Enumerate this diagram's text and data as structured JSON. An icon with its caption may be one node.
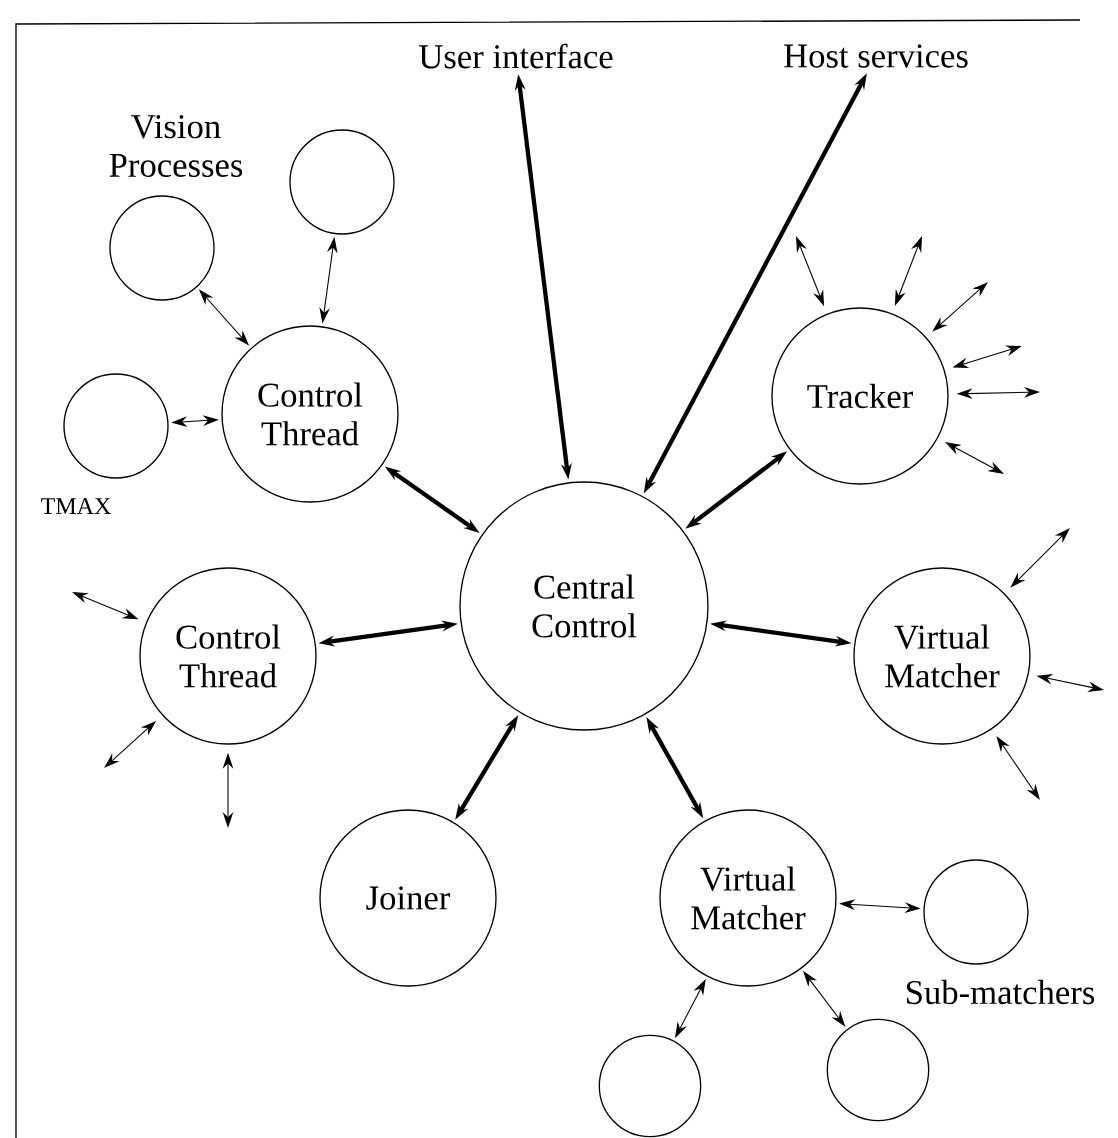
{
  "diagram": {
    "nodes": [
      {
        "text": [
          "User interface"
        ]
      },
      {
        "text": [
          "Host services"
        ]
      },
      {
        "text": [],
        "shape": "circle"
      },
      {
        "text": [],
        "shape": "circle"
      },
      {
        "text": [
          "Control Thread"
        ]
      },
      {
        "text": [
          "Tracker"
        ]
      },
      {
        "text": [],
        "shape": "circle",
        "beside": [
          "TMAX"
        ]
      },
      {
        "text": [
          "Central Control"
        ]
      },
      {
        "text": [
          "Control Thread"
        ]
      },
      {
        "text": [
          "Virtual Matcher"
        ]
      },
      {
        "text": [
          "Joiner"
        ]
      },
      {
        "text": [
          "Virtual Matcher"
        ]
      },
      {
        "text": [],
        "shape": "circle"
      },
      {
        "text": [],
        "shape": "circle"
      },
      {
        "text": [],
        "shape": "circle"
      }
    ],
    "edges": [
      {
        "from": 7,
        "to": 0,
        "arrow": "both",
        "style": "thick"
      },
      {
        "from": 7,
        "to": 1,
        "arrow": "both",
        "style": "thick"
      },
      {
        "from": 4,
        "to": 2,
        "arrow": "both"
      },
      {
        "from": 4,
        "to": 3,
        "arrow": "both"
      },
      {
        "from": 4,
        "to": 6,
        "arrow": "both"
      },
      {
        "from": 4,
        "to": 7,
        "arrow": "both",
        "style": "thick"
      },
      {
        "from": 5,
        "to": 7,
        "arrow": "both",
        "style": "thick"
      },
      {
        "from": 8,
        "to": 7,
        "arrow": "both",
        "style": "thick"
      },
      {
        "from": 9,
        "to": 7,
        "arrow": "both",
        "style": "thick"
      },
      {
        "from": 7,
        "to": 10,
        "arrow": "both",
        "style": "thick"
      },
      {
        "from": 7,
        "to": 11,
        "arrow": "both",
        "style": "thick"
      },
      {
        "from": 11,
        "to": 12,
        "arrow": "both"
      },
      {
        "from": 11,
        "to": 13,
        "arrow": "both"
      },
      {
        "from": 11,
        "to": 14,
        "arrow": "both"
      },
      {
        "from": 5,
        "to": null,
        "arrow": "both"
      },
      {
        "from": 5,
        "to": null,
        "arrow": "both"
      },
      {
        "from": 5,
        "to": null,
        "arrow": "both"
      },
      {
        "from": 5,
        "to": null,
        "arrow": "both"
      },
      {
        "from": 5,
        "to": null,
        "arrow": "both"
      },
      {
        "from": 5,
        "to": null,
        "arrow": "both"
      },
      {
        "from": 9,
        "to": null,
        "arrow": "both"
      },
      {
        "from": 9,
        "to": null,
        "arrow": "both"
      },
      {
        "from": 9,
        "to": null,
        "arrow": "both"
      },
      {
        "from": 8,
        "to": null,
        "arrow": "both"
      },
      {
        "from": 8,
        "to": null,
        "arrow": "both"
      },
      {
        "from": 8,
        "to": null,
        "arrow": "both"
      }
    ],
    "labels": [
      "Vision Processes",
      "Sub-matchers"
    ]
  }
}
